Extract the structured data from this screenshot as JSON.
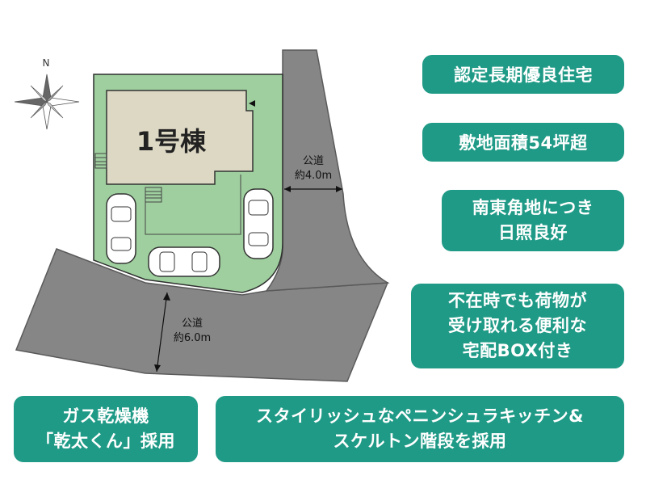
{
  "compass": {
    "north_label": "N"
  },
  "lot": {
    "building_label": "1号棟"
  },
  "roads": {
    "east": {
      "name": "公道",
      "width": "約4.0m"
    },
    "south": {
      "name": "公道",
      "width": "約6.0m"
    }
  },
  "features": [
    {
      "lines": [
        "認定長期優良住宅"
      ]
    },
    {
      "lines": [
        "敷地面積54坪超"
      ]
    },
    {
      "lines": [
        "南東角地につき",
        "日照良好"
      ]
    },
    {
      "lines": [
        "不在時でも荷物が",
        "受け取れる便利な",
        "宅配BOX付き"
      ]
    },
    {
      "lines": [
        "ガス乾燥機",
        "「乾太くん」採用"
      ]
    },
    {
      "lines": [
        "スタイリッシュなペニンシュラキッチン&",
        "スケルトン階段を採用"
      ]
    }
  ],
  "colors": {
    "road": "#868686",
    "lot": "#9fcf9f",
    "building": "#ddd8c4",
    "accent": "#1f9a86"
  }
}
